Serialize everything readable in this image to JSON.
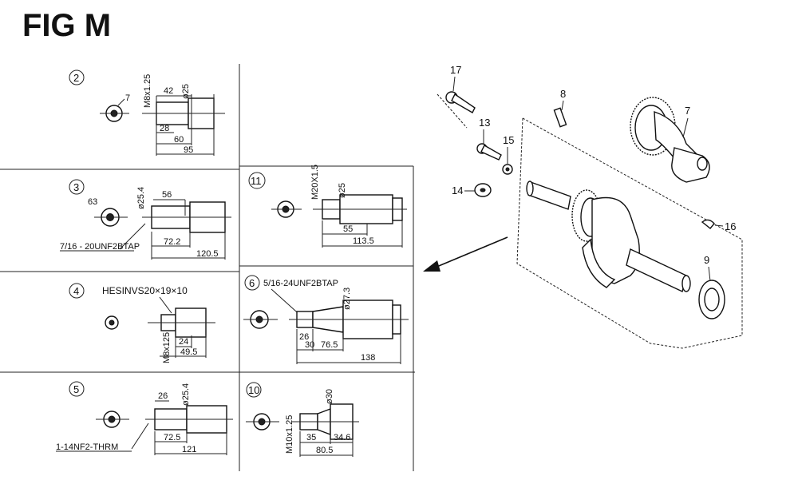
{
  "title": "FIG M",
  "panels": {
    "p2": {
      "number": "2",
      "dims": [
        "42",
        "28",
        "60",
        "95"
      ],
      "vert": [
        "M8x1.25",
        "ø25"
      ],
      "callout": "7"
    },
    "p3": {
      "number": "3",
      "dims": [
        "56",
        "72.2",
        "120.5"
      ],
      "side": "63",
      "dia": "ø25.4",
      "thread": "7/16 - 20UNF2BTAP"
    },
    "p4": {
      "number": "4",
      "note": "HESINVS20×19×10",
      "dims": [
        "24",
        "49.5"
      ],
      "vert": "M8x125"
    },
    "p5": {
      "number": "5",
      "dims": [
        "26",
        "72.5",
        "121"
      ],
      "dia": "ø25.4",
      "thread": "1-14NF2-THRM"
    },
    "p6": {
      "number": "6",
      "thread": "5/16-24UNF2BTAP",
      "dia": "ø27.3",
      "dims": [
        "30",
        "76.5",
        "138"
      ],
      "small": "26"
    },
    "p10": {
      "number": "10",
      "dia": "ø30",
      "dims": [
        "35",
        "34.6",
        "80.5"
      ],
      "vert": "M10x1.25"
    },
    "p11": {
      "number": "11",
      "vert": "M20X1.5",
      "dia": "ø25",
      "dims": [
        "55",
        "113.5"
      ]
    }
  },
  "parts": {
    "n17": "17",
    "n13": "13",
    "n15": "15",
    "n14": "14",
    "n8": "8",
    "n7": "7",
    "n16": "16",
    "n9": "9"
  }
}
